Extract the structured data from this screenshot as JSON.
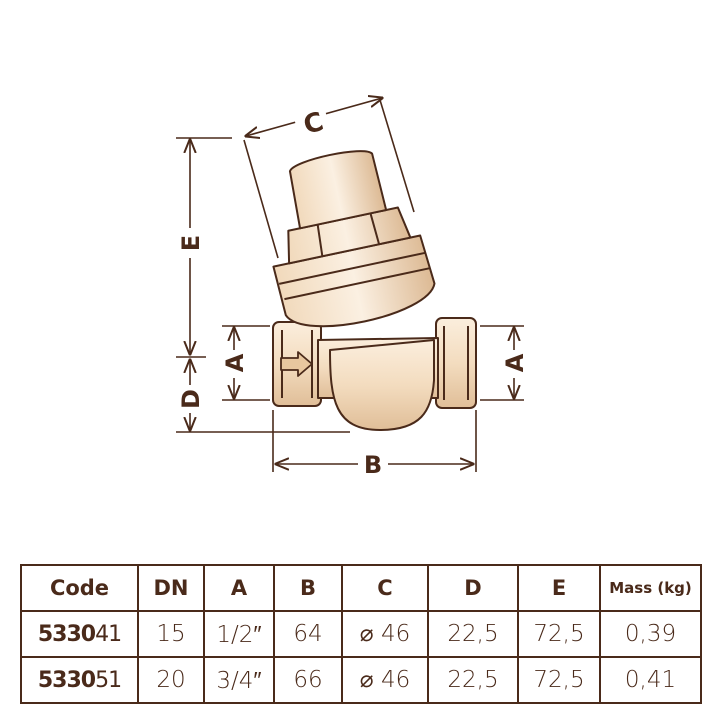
{
  "dimensions": {
    "a_left": "A",
    "a_right": "A",
    "b": "B",
    "c": "C",
    "d": "D",
    "e": "E"
  },
  "table": {
    "headers": [
      "Code",
      "DN",
      "A",
      "B",
      "C",
      "D",
      "E",
      "Mass (kg)"
    ],
    "rows": [
      {
        "code_bold": "5330",
        "code_suffix": "41",
        "cells": [
          "15",
          "1/2″",
          "64",
          "⌀ 46",
          "22,5",
          "72,5",
          "0,39"
        ]
      },
      {
        "code_bold": "5330",
        "code_suffix": "51",
        "cells": [
          "20",
          "3/4″",
          "66",
          "⌀ 46",
          "22,5",
          "72,5",
          "0,41"
        ]
      }
    ]
  },
  "colors": {
    "ink": "#4a2a1a",
    "brass_light": "#f7e6cf",
    "brass_mid": "#ecd0ad",
    "brass_dark": "#d8b38a"
  },
  "icons": {
    "flow_arrow": "flow-direction-arrow-icon"
  }
}
